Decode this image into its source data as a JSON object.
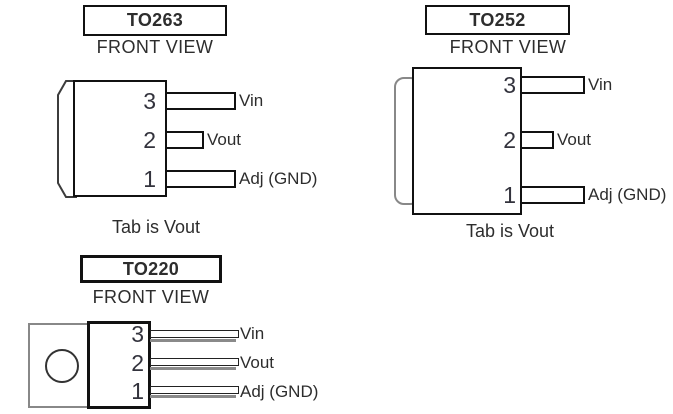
{
  "figure_type": "package-pinout-diagram",
  "colors": {
    "background": "#ffffff",
    "outline": "#111111",
    "tab_outline": "#888888",
    "lead_shadow": "#8a8a8a",
    "text": "#2d2d2d"
  },
  "packages": [
    {
      "name": "TO263",
      "view": "FRONT VIEW",
      "note": "Tab is Vout",
      "pins": [
        {
          "number": "3",
          "label": "Vin"
        },
        {
          "number": "2",
          "label": "Vout"
        },
        {
          "number": "1",
          "label": "Adj (GND)"
        }
      ]
    },
    {
      "name": "TO252",
      "view": "FRONT VIEW",
      "note": "Tab is Vout",
      "pins": [
        {
          "number": "3",
          "label": "Vin"
        },
        {
          "number": "2",
          "label": "Vout"
        },
        {
          "number": "1",
          "label": "Adj (GND)"
        }
      ]
    },
    {
      "name": "TO220",
      "view": "FRONT VIEW",
      "pins": [
        {
          "number": "3",
          "label": "Vin"
        },
        {
          "number": "2",
          "label": "Vout"
        },
        {
          "number": "1",
          "label": "Adj (GND)"
        }
      ]
    }
  ]
}
